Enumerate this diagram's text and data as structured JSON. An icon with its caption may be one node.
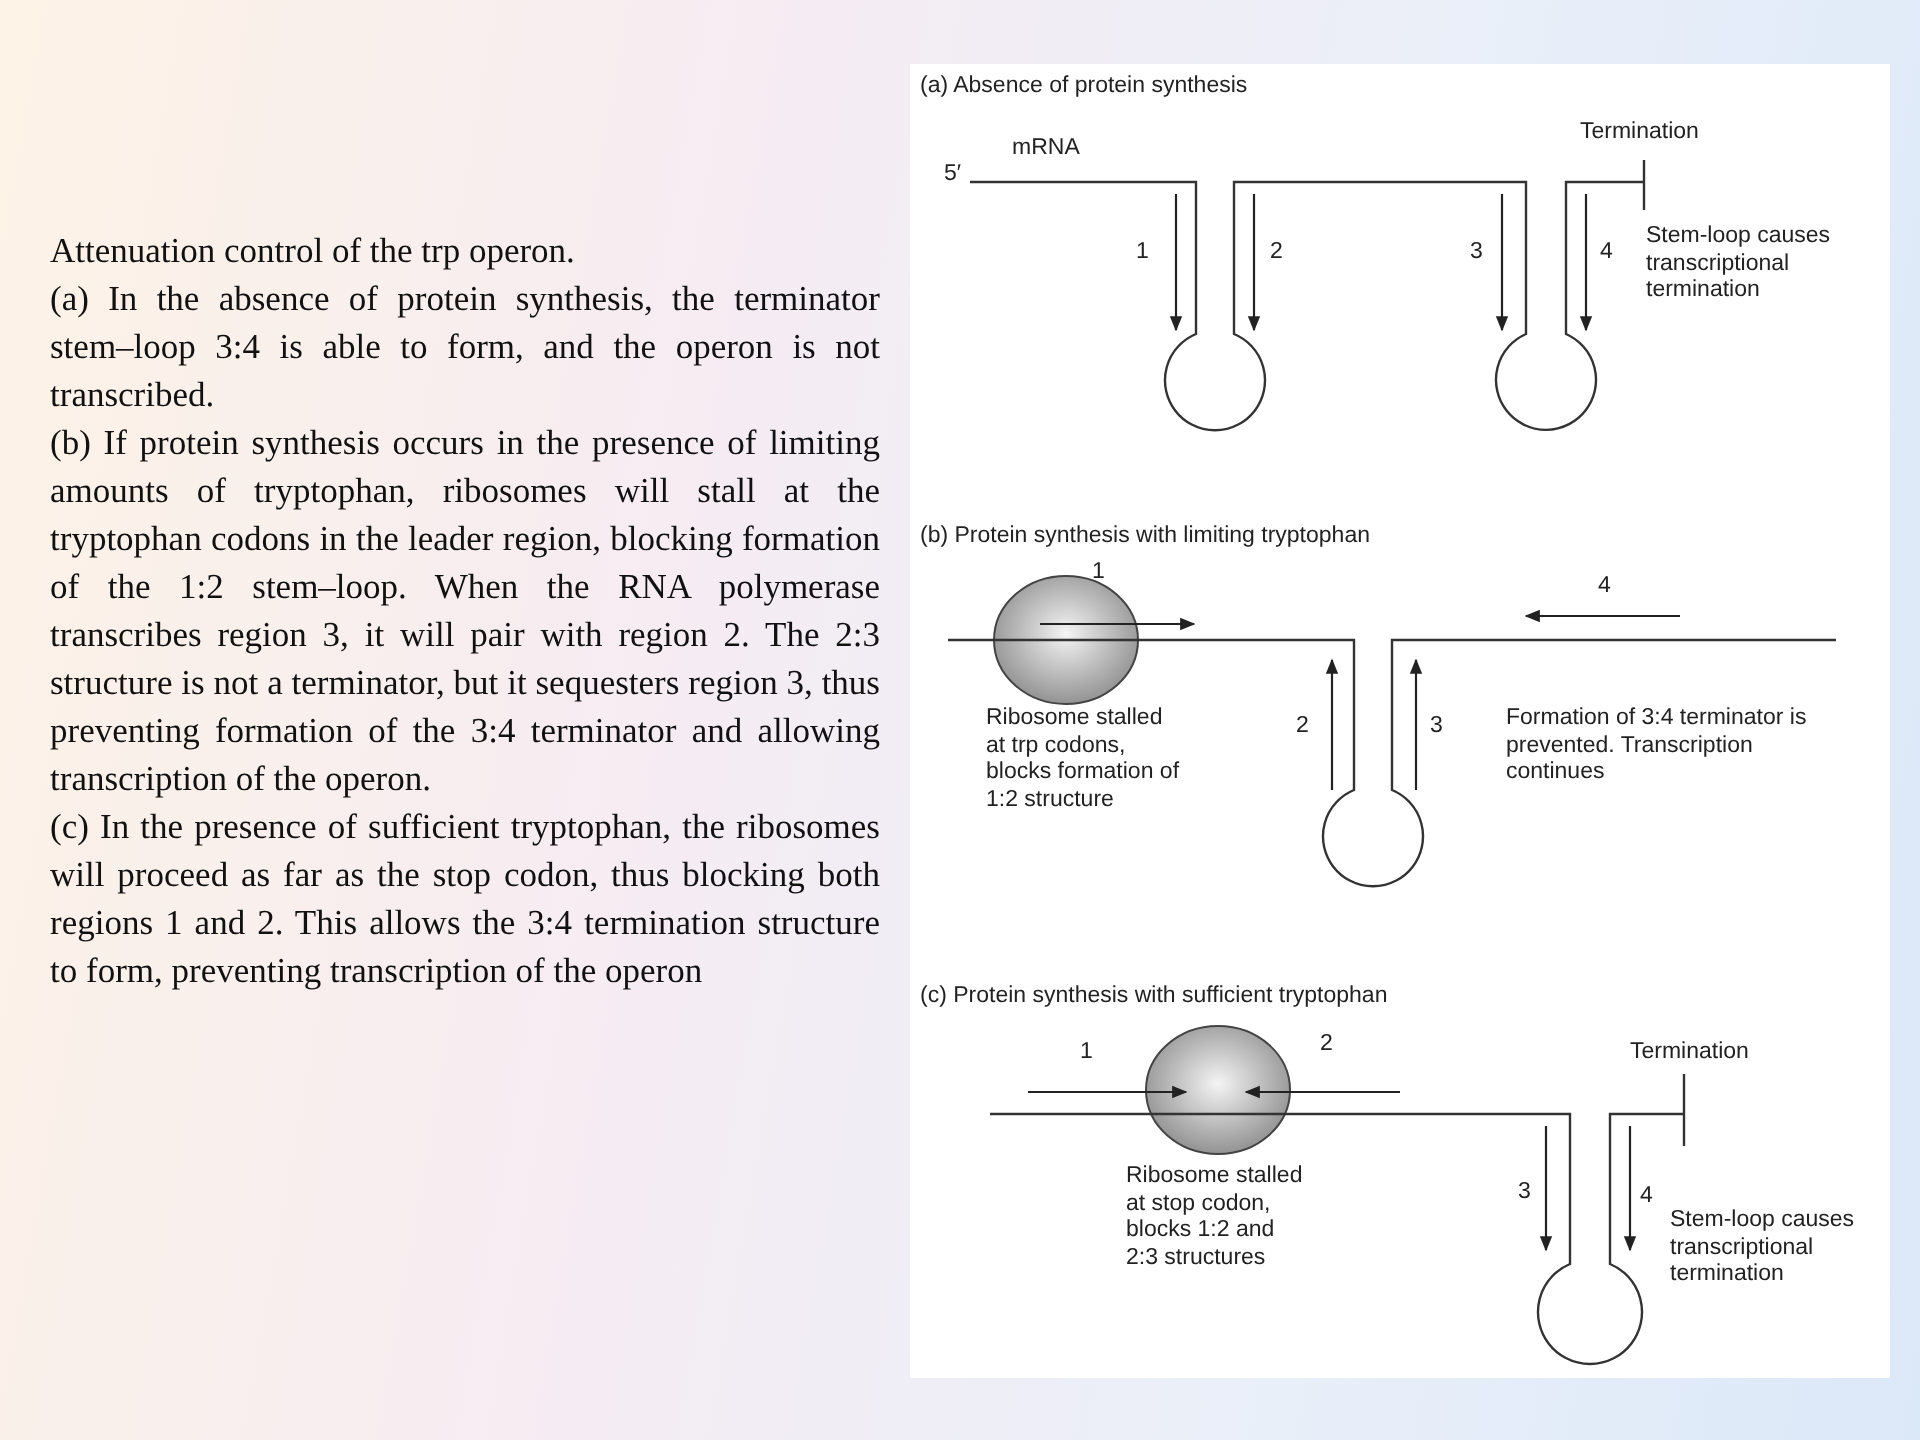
{
  "diagram": {
    "title": "Attenuation control of the trp operon.",
    "labels": [
      "(a) In the absence of protein synthesis, the terminator stem–loop 3:4 is able to form, and the operon is not transcribed.",
      "(b) If protein synthesis occurs in the presence of limiting amounts of tryptophan, ribosomes will stall at the tryptophan codons in the leader region, blocking formation of the 1:2 stem–loop. When the RNA polymerase transcribes region 3, it will pair with region 2. The 2:3 structure is not a terminator, but it sequesters region 3, thus preventing formation of the 3:4 terminator and allowing transcription of the operon.",
      "(c) In the presence of sufficient tryptophan, the ribosomes will proceed as far as the stop codon, thus blocking both regions 1 and 2. This allows the 3:4 termination structure to form, preventing transcription of the operon",
      "(a) Absence of protein synthesis",
      "Termination",
      "mRNA",
      "5′",
      "1",
      "2",
      "3",
      "4",
      "Stem-loop causes transcriptional termination",
      "(b) Protein synthesis with limiting tryptophan",
      "1",
      "4",
      "Ribosome stalled at trp codons, blocks formation of 1:2 structure",
      "2",
      "3",
      "Formation of 3:4 terminator is prevented. Transcription continues",
      "(c) Protein synthesis with sufficient tryptophan",
      "1",
      "2",
      "Termination",
      "3",
      "4",
      "Ribosome stalled at stop codon, blocks 1:2 and 2:3 structures",
      "Stem-loop causes transcriptional termination"
    ]
  }
}
